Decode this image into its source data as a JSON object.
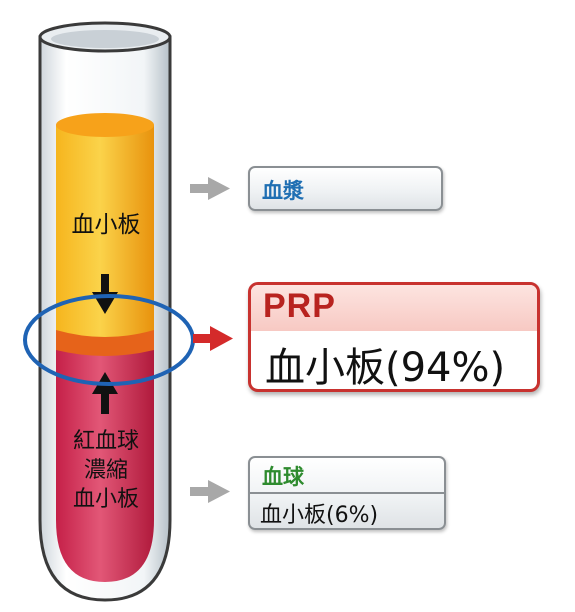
{
  "tube": {
    "upper_label": "血小板",
    "lower_label_line1": "紅血球",
    "lower_label_line2": "濃縮",
    "lower_label_line3": "血小板"
  },
  "boxes": {
    "plasma": {
      "label": "血漿"
    },
    "prp": {
      "title": "PRP",
      "value": "血小板(94%)"
    },
    "cells": {
      "title": "血球",
      "value": "血小板(6%)"
    }
  },
  "colors": {
    "plasma_layer": "#f5a623",
    "red_layer": "#c8294a",
    "ellipse": "#1f63b4",
    "prp_arrow": "#d42a2a",
    "gray_arrow": "#a8a8a8"
  }
}
